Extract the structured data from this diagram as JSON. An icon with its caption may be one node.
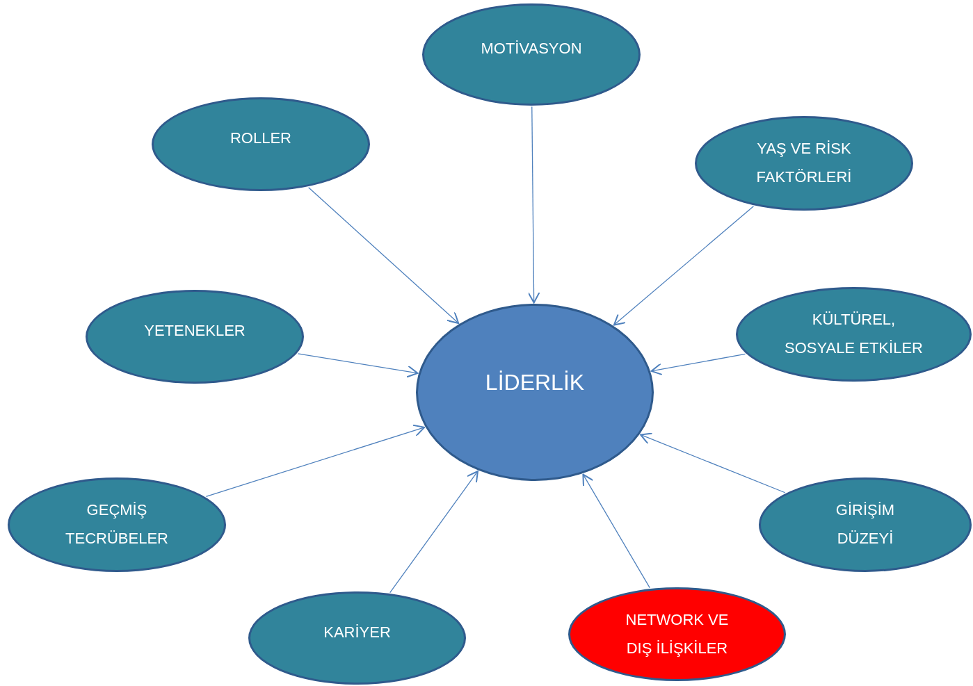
{
  "diagram": {
    "nodes": [
      {
        "text": [
          "MOTİVASYON"
        ]
      },
      {
        "text": [
          "ROLLER"
        ]
      },
      {
        "text": [
          "YAŞ VE RİSK FAKTÖRLERİ"
        ]
      },
      {
        "text": [
          "YETENEKLER"
        ]
      },
      {
        "text": [
          "LİDERLİK"
        ]
      },
      {
        "text": [
          "KÜLTÜREL, SOSYALE ETKİLER"
        ]
      },
      {
        "text": [
          "GEÇMİŞ TECRÜBELER"
        ]
      },
      {
        "text": [
          "GİRİŞİM DÜZEYİ"
        ]
      },
      {
        "text": [
          "KARİYER"
        ]
      },
      {
        "text": [
          "NETWORK VE DIŞ İLİŞKİLER"
        ]
      }
    ],
    "edges": [
      {
        "from": 0,
        "to": 4,
        "arrow": "to"
      },
      {
        "from": 1,
        "to": 4,
        "arrow": "to"
      },
      {
        "from": 2,
        "to": 4,
        "arrow": "to"
      },
      {
        "from": 3,
        "to": 4,
        "arrow": "to"
      },
      {
        "from": 5,
        "to": 4,
        "arrow": "to"
      },
      {
        "from": 6,
        "to": 4,
        "arrow": "to"
      },
      {
        "from": 7,
        "to": 4,
        "arrow": "to"
      },
      {
        "from": 8,
        "to": 4,
        "arrow": "to"
      },
      {
        "from": 9,
        "to": 4,
        "arrow": "to"
      }
    ]
  }
}
